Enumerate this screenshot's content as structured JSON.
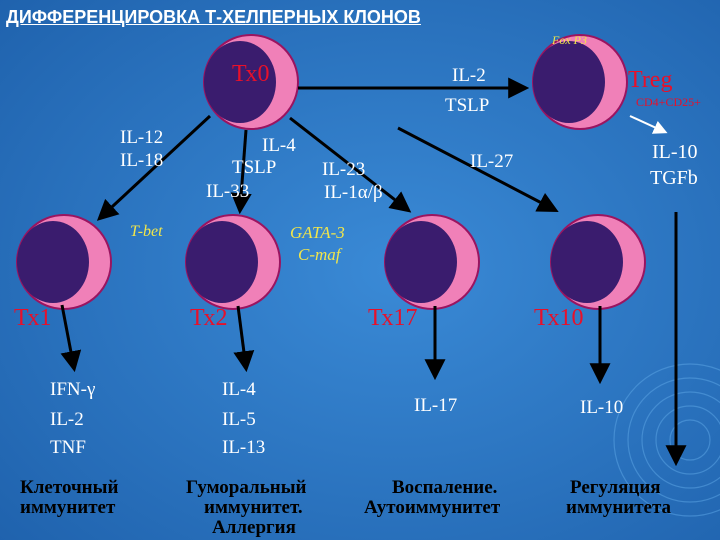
{
  "title": "ДИФФЕРЕНЦИРОВКА Т-ХЕЛПЕРНЫХ КЛОНОВ",
  "colors": {
    "background": "#2a78c4",
    "cell_membrane": "#f080b8",
    "cell_nucleus": "#3a1c6e",
    "cell_name": "#e8102a",
    "transcription_factor": "#f2e64a",
    "arrow": "#000000"
  },
  "nodes": {
    "th0": {
      "name": "Тх0"
    },
    "treg": {
      "name": "Treg",
      "marker": "CD4+CD25+",
      "factor": "Fox P3"
    },
    "th1": {
      "name": "Тх1",
      "factor": "T-bet"
    },
    "th2": {
      "name": "Тх2",
      "factor_lines": [
        "GATA-3",
        "C-maf"
      ]
    },
    "th17": {
      "name": "Тх17"
    },
    "th10": {
      "name": "Тх10"
    }
  },
  "edges": {
    "to_treg": [
      "IL-2",
      "TSLP"
    ],
    "to_th1": [
      "IL-12",
      "IL-18"
    ],
    "to_th2": [
      "IL-4",
      "TSLP",
      "IL-33"
    ],
    "to_th17": [
      "IL-23",
      "IL-1α/β"
    ],
    "to_th10": [
      "IL-27"
    ],
    "treg_out": [
      "IL-10",
      "TGFb"
    ]
  },
  "products": {
    "th1": [
      "IFN-γ",
      "IL-2",
      "TNF"
    ],
    "th2": [
      "IL-4",
      "IL-5",
      "IL-13"
    ],
    "th17": [
      "IL-17"
    ],
    "th10": [
      "IL-10"
    ]
  },
  "outcomes": {
    "th1": [
      "Клеточный",
      "иммунитет"
    ],
    "th2": [
      "Гуморальный",
      "иммунитет.",
      "Аллергия"
    ],
    "th17": [
      "Воспаление.",
      "Аутоиммунитет"
    ],
    "treg": [
      "Регуляция",
      "иммунитета"
    ]
  }
}
